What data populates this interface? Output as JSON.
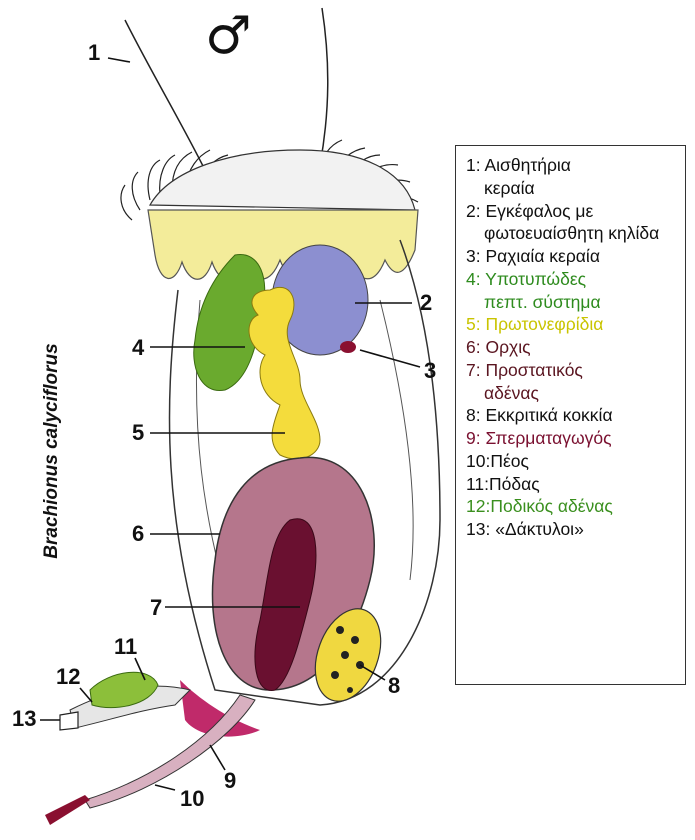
{
  "symbol": "♂",
  "species": "Brachionus calyciflorus",
  "labels": [
    "1",
    "2",
    "3",
    "4",
    "5",
    "6",
    "7",
    "8",
    "9",
    "10",
    "11",
    "12",
    "13"
  ],
  "legend": [
    {
      "main": "1: Αισθητήρια",
      "cont": "κεραία",
      "color": "#111111"
    },
    {
      "main": "2: Εγκέφαλος με",
      "cont": "φωτοευαίσθητη κηλίδα",
      "color": "#111111"
    },
    {
      "main": "3: Ραχιαία κεραία",
      "cont": "",
      "color": "#111111"
    },
    {
      "main": "4: Υποτυπώδες",
      "cont": "πεπτ. σύστημα",
      "color": "#2e8b1e"
    },
    {
      "main": "5: Πρωτονεφρίδια",
      "cont": "",
      "color": "#c9c400"
    },
    {
      "main": "6: Ορχις",
      "cont": "",
      "color": "#5a1520"
    },
    {
      "main": "7: Προστατικός",
      "cont": "αδένας",
      "color": "#5a1520"
    },
    {
      "main": "8: Εκκριτικά κοκκία",
      "cont": "",
      "color": "#111111"
    },
    {
      "main": "9: Σπερματαγωγός",
      "cont": "",
      "color": "#7a1030"
    },
    {
      "main": "10:Πέος",
      "cont": "",
      "color": "#111111"
    },
    {
      "main": "11:Πόδας",
      "cont": "",
      "color": "#111111"
    },
    {
      "main": "12:Ποδικός αδένας",
      "cont": "",
      "color": "#3a8f1e"
    },
    {
      "main": "13: «Δάκτυλοι»",
      "cont": "",
      "color": "#111111"
    }
  ]
}
